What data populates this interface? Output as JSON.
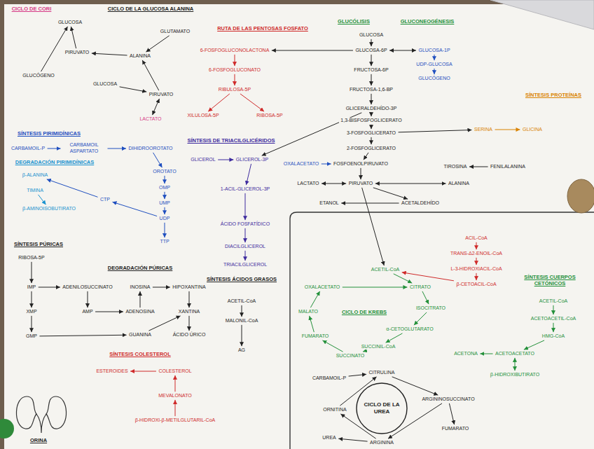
{
  "diagram": {
    "nodes": [
      {
        "text": [
          "GLUCOSA"
        ]
      },
      {
        "text": [
          "PIRUVATO"
        ]
      },
      {
        "text": [
          "ALANINA"
        ]
      },
      {
        "text": [
          "GLUCÓGENO"
        ]
      },
      {
        "text": [
          "GLUCOSA"
        ]
      },
      {
        "text": [
          "LACTATO"
        ]
      },
      {
        "text": [
          "GLUTAMATO"
        ]
      },
      {
        "text": [
          "PIRUVATO"
        ]
      },
      {
        "text": [
          "6-FOSFOGLUCONOLACTONA"
        ]
      },
      {
        "text": [
          "6-FOSFOGLUCONATO"
        ]
      },
      {
        "text": [
          "RIBULOSA-5P"
        ]
      },
      {
        "text": [
          "XILULOSA-5P"
        ]
      },
      {
        "text": [
          "RIBOSA-5P"
        ]
      },
      {
        "text": [
          "GLUCOSA"
        ]
      },
      {
        "text": [
          "GLUCOSA-6P"
        ]
      },
      {
        "text": [
          "FRUCTOSA-6P"
        ]
      },
      {
        "text": [
          "FRUCTOSA-1,6-BP"
        ]
      },
      {
        "text": [
          "GLICERALDEHÍDO-3P"
        ]
      },
      {
        "text": [
          "1,3-BISFOSFOGLICERATO"
        ]
      },
      {
        "text": [
          "3-FOSFOGLICERATO"
        ]
      },
      {
        "text": [
          "2-FOSFOGLICERATO"
        ]
      },
      {
        "text": [
          "FOSFOENOLPIRUVATO"
        ]
      },
      {
        "text": [
          "PIRUVATO"
        ]
      },
      {
        "text": [
          "OXALACETATO"
        ]
      },
      {
        "text": [
          "LACTATO"
        ]
      },
      {
        "text": [
          "ALANINA"
        ]
      },
      {
        "text": [
          "ACETALDEHÍDO"
        ]
      },
      {
        "text": [
          "ETANOL"
        ]
      },
      {
        "text": [
          "GLUCOSA-1P"
        ]
      },
      {
        "text": [
          "UDP-GLUCOSA"
        ]
      },
      {
        "text": [
          "GLUCÓGENO"
        ]
      },
      {
        "text": [
          "SERINA"
        ]
      },
      {
        "text": [
          "GLICINA"
        ]
      },
      {
        "text": [
          "TIROSINA"
        ]
      },
      {
        "text": [
          "FENILALANINA"
        ]
      },
      {
        "text": [
          "GLICEROL"
        ]
      },
      {
        "text": [
          "GLICEROL-3P"
        ]
      },
      {
        "text": [
          "1-ACIL-GLICEROL-3P"
        ]
      },
      {
        "text": [
          "ÁCIDO FOSFATÍDICO"
        ]
      },
      {
        "text": [
          "DIACILGLICEROL"
        ]
      },
      {
        "text": [
          "TRIACILGLICEROL"
        ]
      },
      {
        "text": [
          "ACETIL-CoA"
        ]
      },
      {
        "text": [
          "MALONIL-CoA"
        ]
      },
      {
        "text": [
          "AG"
        ]
      },
      {
        "text": [
          "β-HIDROXI-β-METILGLUTARIL-CoA"
        ]
      },
      {
        "text": [
          "MEVALONATO"
        ]
      },
      {
        "text": [
          "COLESTEROL"
        ]
      },
      {
        "text": [
          "ESTEROIDES"
        ]
      },
      {
        "text": [
          "CARBAMOIL-P"
        ]
      },
      {
        "text": [
          "CARBAMOIL ASPARTATO"
        ]
      },
      {
        "text": [
          "DIHIDROOROTATO"
        ]
      },
      {
        "text": [
          "OROTATO"
        ]
      },
      {
        "text": [
          "OMP"
        ]
      },
      {
        "text": [
          "UMP"
        ]
      },
      {
        "text": [
          "UDP"
        ]
      },
      {
        "text": [
          "CTP"
        ]
      },
      {
        "text": [
          "TTP"
        ]
      },
      {
        "text": [
          "β-ALANINA"
        ]
      },
      {
        "text": [
          "TIMINA"
        ]
      },
      {
        "text": [
          "β-AMINOISOBUTIRATO"
        ]
      },
      {
        "text": [
          "RIBOSA-5P"
        ]
      },
      {
        "text": [
          "IMP"
        ]
      },
      {
        "text": [
          "ADENILOSUCCINATO"
        ]
      },
      {
        "text": [
          "AMP"
        ]
      },
      {
        "text": [
          "XMP"
        ]
      },
      {
        "text": [
          "GMP"
        ]
      },
      {
        "text": [
          "ADENOSINA"
        ]
      },
      {
        "text": [
          "INOSINA"
        ]
      },
      {
        "text": [
          "HIPOXANTINA"
        ]
      },
      {
        "text": [
          "XANTINA"
        ]
      },
      {
        "text": [
          "ÁCIDO ÚRICO"
        ]
      },
      {
        "text": [
          "GUANINA"
        ]
      },
      {
        "text": [
          "ACETIL-CoA"
        ]
      },
      {
        "text": [
          "CITRATO"
        ]
      },
      {
        "text": [
          "ISOCITRATO"
        ]
      },
      {
        "text": [
          "α-CETOGLUTARATO"
        ]
      },
      {
        "text": [
          "SUCCINIL-CoA"
        ]
      },
      {
        "text": [
          "SUCCINATO"
        ]
      },
      {
        "text": [
          "FUMARATO"
        ]
      },
      {
        "text": [
          "MALATO"
        ]
      },
      {
        "text": [
          "OXALACETATO"
        ]
      },
      {
        "text": [
          "ACIL-CoA"
        ]
      },
      {
        "text": [
          "TRANS-Δ2-ENOIL-CoA"
        ]
      },
      {
        "text": [
          "L-3-HIDROXIACIL-CoA"
        ]
      },
      {
        "text": [
          "β-CETOACIL-CoA"
        ]
      },
      {
        "text": [
          "ACETIL-CoA"
        ]
      },
      {
        "text": [
          "ACETOACETIL-CoA"
        ]
      },
      {
        "text": [
          "HMG-CoA"
        ]
      },
      {
        "text": [
          "ACETOACETATO"
        ]
      },
      {
        "text": [
          "β-HIDROXIBUTIRATO"
        ]
      },
      {
        "text": [
          "ACETONA"
        ]
      },
      {
        "text": [
          "CICLO DE LA UREA"
        ]
      },
      {
        "text": [
          "CARBAMOIL-P"
        ]
      },
      {
        "text": [
          "ORNITINA"
        ]
      },
      {
        "text": [
          "CITRULINA"
        ]
      },
      {
        "text": [
          "ARGININOSUCCINATO"
        ]
      },
      {
        "text": [
          "ARGININA"
        ]
      },
      {
        "text": [
          "UREA"
        ]
      },
      {
        "text": [
          "FUMARATO"
        ]
      }
    ],
    "edges": [
      {
        "from": 1,
        "to": 0,
        "arrow": "to"
      },
      {
        "from": 2,
        "to": 1,
        "arrow": "to"
      },
      {
        "from": 3,
        "to": 0,
        "arrow": "to"
      },
      {
        "from": 4,
        "to": 7,
        "arrow": "to"
      },
      {
        "from": 7,
        "to": 5,
        "arrow": "both"
      },
      {
        "from": 7,
        "to": 2,
        "arrow": "to"
      },
      {
        "from": 6,
        "to": 2,
        "arrow": "to"
      },
      {
        "from": 14,
        "to": 8,
        "arrow": "to"
      },
      {
        "from": 8,
        "to": 9,
        "arrow": "to"
      },
      {
        "from": 9,
        "to": 10,
        "arrow": "to"
      },
      {
        "from": 10,
        "to": 11,
        "arrow": "to"
      },
      {
        "from": 10,
        "to": 12,
        "arrow": "to"
      },
      {
        "from": 13,
        "to": 14,
        "arrow": "to"
      },
      {
        "from": 14,
        "to": 15,
        "arrow": "to"
      },
      {
        "from": 15,
        "to": 16,
        "arrow": "to"
      },
      {
        "from": 16,
        "to": 17,
        "arrow": "to"
      },
      {
        "from": 17,
        "to": 18,
        "arrow": "to"
      },
      {
        "from": 18,
        "to": 19,
        "arrow": "to"
      },
      {
        "from": 19,
        "to": 20,
        "arrow": "to"
      },
      {
        "from": 20,
        "to": 21,
        "arrow": "to"
      },
      {
        "from": 21,
        "to": 22,
        "arrow": "to"
      },
      {
        "from": 23,
        "to": 21,
        "arrow": "to"
      },
      {
        "from": 22,
        "to": 24,
        "arrow": "both"
      },
      {
        "from": 22,
        "to": 25,
        "arrow": "both"
      },
      {
        "from": 22,
        "to": 26,
        "arrow": "to"
      },
      {
        "from": 26,
        "to": 27,
        "arrow": "to"
      },
      {
        "from": 14,
        "to": 28,
        "arrow": "both"
      },
      {
        "from": 28,
        "to": 29,
        "arrow": "to"
      },
      {
        "from": 29,
        "to": 30,
        "arrow": "to"
      },
      {
        "from": 19,
        "to": 31,
        "arrow": "to"
      },
      {
        "from": 31,
        "to": 32,
        "arrow": "to"
      },
      {
        "from": 34,
        "to": 33,
        "arrow": "to"
      },
      {
        "from": 35,
        "to": 36,
        "arrow": "to"
      },
      {
        "from": 17,
        "to": 36,
        "arrow": "to"
      },
      {
        "from": 36,
        "to": 37,
        "arrow": "to"
      },
      {
        "from": 37,
        "to": 38,
        "arrow": "to"
      },
      {
        "from": 38,
        "to": 39,
        "arrow": "to"
      },
      {
        "from": 39,
        "to": 40,
        "arrow": "to"
      },
      {
        "from": 41,
        "to": 42,
        "arrow": "to"
      },
      {
        "from": 42,
        "to": 43,
        "arrow": "to"
      },
      {
        "from": 44,
        "to": 45,
        "arrow": "to"
      },
      {
        "from": 45,
        "to": 46,
        "arrow": "to"
      },
      {
        "from": 46,
        "to": 47,
        "arrow": "to"
      },
      {
        "from": 48,
        "to": 49,
        "arrow": "to"
      },
      {
        "from": 49,
        "to": 50,
        "arrow": "to"
      },
      {
        "from": 50,
        "to": 51,
        "arrow": "to"
      },
      {
        "from": 51,
        "to": 52,
        "arrow": "to"
      },
      {
        "from": 52,
        "to": 53,
        "arrow": "to"
      },
      {
        "from": 53,
        "to": 54,
        "arrow": "to"
      },
      {
        "from": 54,
        "to": 55,
        "arrow": "to"
      },
      {
        "from": 54,
        "to": 56,
        "arrow": "to"
      },
      {
        "from": 55,
        "to": 57,
        "arrow": "to"
      },
      {
        "from": 58,
        "to": 59,
        "arrow": "to"
      },
      {
        "from": 60,
        "to": 61,
        "arrow": "to"
      },
      {
        "from": 61,
        "to": 62,
        "arrow": "to"
      },
      {
        "from": 62,
        "to": 63,
        "arrow": "to"
      },
      {
        "from": 63,
        "to": 66,
        "arrow": "to"
      },
      {
        "from": 66,
        "to": 67,
        "arrow": "to"
      },
      {
        "from": 67,
        "to": 68,
        "arrow": "to"
      },
      {
        "from": 68,
        "to": 69,
        "arrow": "to"
      },
      {
        "from": 69,
        "to": 70,
        "arrow": "to"
      },
      {
        "from": 61,
        "to": 64,
        "arrow": "to"
      },
      {
        "from": 64,
        "to": 65,
        "arrow": "to"
      },
      {
        "from": 65,
        "to": 71,
        "arrow": "to"
      },
      {
        "from": 71,
        "to": 69,
        "arrow": "to"
      },
      {
        "from": 22,
        "to": 72,
        "arrow": "to"
      },
      {
        "from": 72,
        "to": 73,
        "arrow": "to"
      },
      {
        "from": 80,
        "to": 73,
        "arrow": "to"
      },
      {
        "from": 73,
        "to": 74,
        "arrow": "to"
      },
      {
        "from": 74,
        "to": 75,
        "arrow": "to"
      },
      {
        "from": 75,
        "to": 76,
        "arrow": "to"
      },
      {
        "from": 76,
        "to": 77,
        "arrow": "to"
      },
      {
        "from": 77,
        "to": 78,
        "arrow": "to"
      },
      {
        "from": 78,
        "to": 79,
        "arrow": "to"
      },
      {
        "from": 79,
        "to": 80,
        "arrow": "to"
      },
      {
        "from": 81,
        "to": 82,
        "arrow": "to"
      },
      {
        "from": 82,
        "to": 83,
        "arrow": "to"
      },
      {
        "from": 83,
        "to": 84,
        "arrow": "to"
      },
      {
        "from": 84,
        "to": 72,
        "arrow": "to"
      },
      {
        "from": 85,
        "to": 86,
        "arrow": "to"
      },
      {
        "from": 86,
        "to": 87,
        "arrow": "to"
      },
      {
        "from": 87,
        "to": 88,
        "arrow": "to"
      },
      {
        "from": 88,
        "to": 89,
        "arrow": "both"
      },
      {
        "from": 88,
        "to": 90,
        "arrow": "to"
      },
      {
        "from": 92,
        "to": 94,
        "arrow": "to"
      },
      {
        "from": 93,
        "to": 94,
        "arrow": "to"
      },
      {
        "from": 94,
        "to": 95,
        "arrow": "to"
      },
      {
        "from": 95,
        "to": 96,
        "arrow": "to"
      },
      {
        "from": 95,
        "to": 98,
        "arrow": "to"
      },
      {
        "from": 96,
        "to": 93,
        "arrow": "to"
      },
      {
        "from": 96,
        "to": 97,
        "arrow": "to"
      }
    ],
    "labels": [
      "CICLO DE CORI",
      "CICLO DE LA GLUCOSA ALANINA",
      "RUTA DE LAS PENTOSAS FOSFATO",
      "GLUCÓLISIS",
      "GLUCONEOGÉNESIS",
      "SÍNTESIS PROTEÍNAS",
      "SÍNTESIS PIRIMIDÍNICAS",
      "DEGRADACIÓN PIRIMIDÍNICAS",
      "SÍNTESIS DE TRIACILGLICÉRIDOS",
      "SÍNTESIS PÚRICAS",
      "DEGRADACIÓN PÚRICAS",
      "SÍNTESIS ÁCIDOS GRASOS",
      "SÍNTESIS COLESTEROL",
      "CICLO DE KREBS",
      "SÍNTESIS CUERPOS CETÓNICOS",
      "ORINA"
    ]
  }
}
